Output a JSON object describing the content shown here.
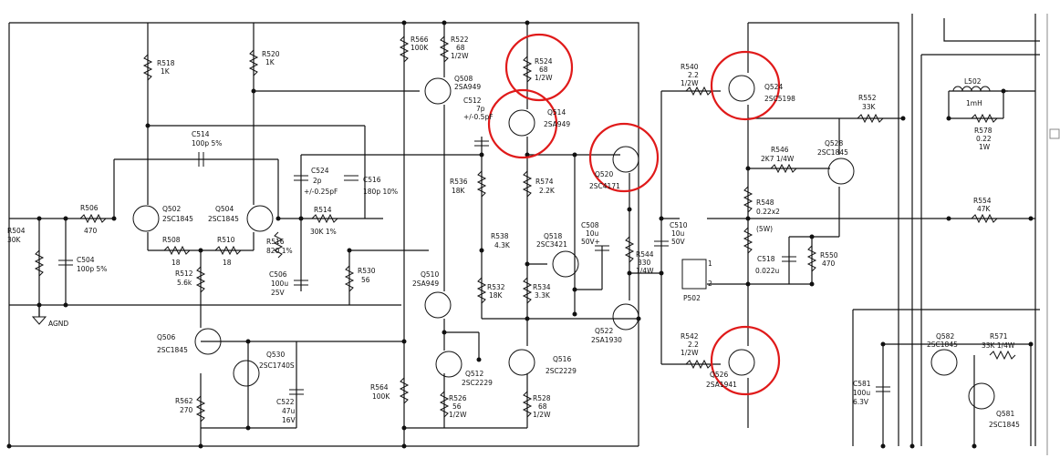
{
  "highlight_color": "#e01a1a",
  "ground_label": "AGND",
  "connector": {
    "name": "P502",
    "pin1": "1",
    "pin2": "2"
  },
  "resistors": [
    {
      "ref": "R504",
      "value": "30K"
    },
    {
      "ref": "R506",
      "value": "470"
    },
    {
      "ref": "R508",
      "value": "18"
    },
    {
      "ref": "R510",
      "value": "18"
    },
    {
      "ref": "R512",
      "value": "5.6k"
    },
    {
      "ref": "R514",
      "value": "30K 1%"
    },
    {
      "ref": "R516",
      "value": "820 1%"
    },
    {
      "ref": "R518",
      "value": "1K"
    },
    {
      "ref": "R520",
      "value": "1K"
    },
    {
      "ref": "R522",
      "value": "68",
      "rating": "1/2W"
    },
    {
      "ref": "R524",
      "value": "68",
      "rating": "1/2W"
    },
    {
      "ref": "R526",
      "value": "56",
      "rating": "1/2W"
    },
    {
      "ref": "R528",
      "value": "68",
      "rating": "1/2W"
    },
    {
      "ref": "R530",
      "value": "56"
    },
    {
      "ref": "R532",
      "value": "18K"
    },
    {
      "ref": "R534",
      "value": "3.3K"
    },
    {
      "ref": "R536",
      "value": "18K"
    },
    {
      "ref": "R538",
      "value": "4.3K"
    },
    {
      "ref": "R540",
      "value": "2.2",
      "rating": "1/2W"
    },
    {
      "ref": "R542",
      "value": "2.2",
      "rating": "1/2W"
    },
    {
      "ref": "R544",
      "value": "330",
      "rating": "1/4W"
    },
    {
      "ref": "R546",
      "value": "2K7 1/4W"
    },
    {
      "ref": "R548",
      "value": "0.22x2",
      "rating": "(5W)"
    },
    {
      "ref": "R550",
      "value": "470"
    },
    {
      "ref": "R552",
      "value": "33K"
    },
    {
      "ref": "R554",
      "value": "47K"
    },
    {
      "ref": "R562",
      "value": "270"
    },
    {
      "ref": "R564",
      "value": "100K"
    },
    {
      "ref": "R566",
      "value": "100K"
    },
    {
      "ref": "R571",
      "value": "33K 1/4W"
    },
    {
      "ref": "R574",
      "value": "2.2K"
    },
    {
      "ref": "R578",
      "value": "0.22",
      "rating": "1W"
    }
  ],
  "capacitors": [
    {
      "ref": "C504",
      "value": "100p 5%"
    },
    {
      "ref": "C506",
      "value": "100u",
      "rating": "25V"
    },
    {
      "ref": "C508",
      "value": "10u",
      "rating": "50V+"
    },
    {
      "ref": "C510",
      "value": "10u",
      "rating": "50V"
    },
    {
      "ref": "C512",
      "value": "7p",
      "rating": "+/-0.5pF"
    },
    {
      "ref": "C514",
      "value": "100p 5%"
    },
    {
      "ref": "C516",
      "value": "180p 10%"
    },
    {
      "ref": "C518",
      "value": "0.022u"
    },
    {
      "ref": "C522",
      "value": "47u",
      "rating": "16V"
    },
    {
      "ref": "C524",
      "value": "2p",
      "rating": "+/-0.25pF"
    },
    {
      "ref": "C581",
      "value": "100u",
      "rating": "6.3V"
    }
  ],
  "inductors": [
    {
      "ref": "L502",
      "value": "1mH"
    }
  ],
  "transistors": [
    {
      "ref": "Q502",
      "part": "2SC1845"
    },
    {
      "ref": "Q504",
      "part": "2SC1845"
    },
    {
      "ref": "Q506",
      "part": "2SC1845"
    },
    {
      "ref": "Q508",
      "part": "2SA949"
    },
    {
      "ref": "Q510",
      "part": "2SA949"
    },
    {
      "ref": "Q512",
      "part": "2SC2229"
    },
    {
      "ref": "Q514",
      "part": "2SA949"
    },
    {
      "ref": "Q516",
      "part": "2SC2229"
    },
    {
      "ref": "Q518",
      "part": "2SC3421"
    },
    {
      "ref": "Q520",
      "part": "2SC4171"
    },
    {
      "ref": "Q522",
      "part": "2SA1930"
    },
    {
      "ref": "Q524",
      "part": "2SC5198"
    },
    {
      "ref": "Q526",
      "part": "2SA1941"
    },
    {
      "ref": "Q528",
      "part": "2SC1845"
    },
    {
      "ref": "Q530",
      "part": "2SC1740S"
    },
    {
      "ref": "Q581",
      "part": "2SC1845"
    },
    {
      "ref": "Q582",
      "part": "2SC1845"
    }
  ]
}
